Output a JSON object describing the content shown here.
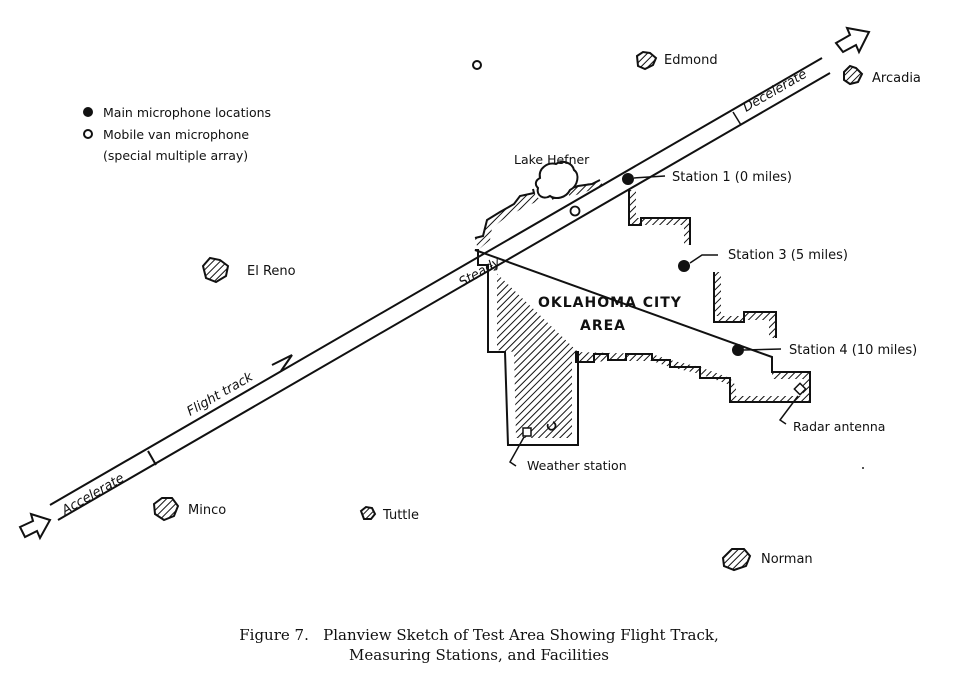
{
  "legend": {
    "items": [
      {
        "symbol": "filled-circle",
        "label": "Main microphone locations"
      },
      {
        "symbol": "open-circle",
        "label": "Mobile van microphone",
        "sublabel": "(special multiple array)"
      }
    ]
  },
  "flight_track": {
    "label": "Flight track",
    "segments": [
      "Accelerate",
      "Steady",
      "Decelerate"
    ]
  },
  "city_area": {
    "line1": "OKLAHOMA CITY",
    "line2": "AREA"
  },
  "towns": [
    {
      "name": "Edmond"
    },
    {
      "name": "Arcadia"
    },
    {
      "name": "El Reno"
    },
    {
      "name": "Minco"
    },
    {
      "name": "Tuttle"
    },
    {
      "name": "Norman"
    }
  ],
  "water": {
    "name": "Lake Hefner"
  },
  "stations": [
    {
      "label": "Station 1 (0 miles)",
      "distance_miles": 0
    },
    {
      "label": "Station 3 (5 miles)",
      "distance_miles": 5
    },
    {
      "label": "Station 4 (10 miles)",
      "distance_miles": 10
    }
  ],
  "facilities": {
    "radar": "Radar antenna",
    "weather": "Weather station"
  },
  "caption": {
    "line1": "Figure 7.   Planview Sketch of Test Area Showing Flight Track,",
    "line2": "Measuring Stations, and Facilities"
  },
  "colors": {
    "ink": "#111111",
    "paper": "#ffffff"
  }
}
